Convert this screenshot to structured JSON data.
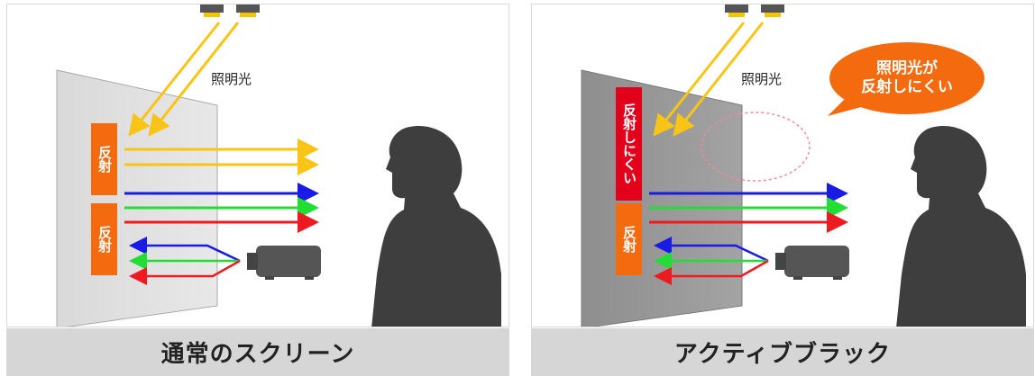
{
  "panels": [
    {
      "caption": "通常のスクリーン",
      "light_label": "照明光",
      "reflect_top": "反射",
      "reflect_bottom": "反射"
    },
    {
      "caption": "アクティブブラック",
      "light_label": "照明光",
      "reflect_top": "反射しにくい",
      "reflect_bottom": "反射",
      "bubble": "照明光が\n反射しにくい"
    }
  ],
  "colors": {
    "light": "#f7c417",
    "blue": "#1a1ae6",
    "green": "#22dd33",
    "red": "#ee1a22",
    "reflect_label": "#f46a0f",
    "reflect_weak_label": "#e3001b",
    "caption_bg": "#d6d6d6"
  }
}
